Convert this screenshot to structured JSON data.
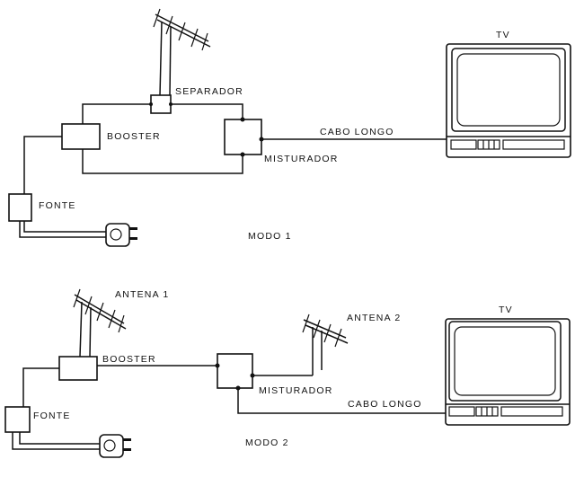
{
  "modo1": {
    "separador": "SEPARADOR",
    "booster": "BOOSTER",
    "misturador": "MISTURADOR",
    "fonte": "FONTE",
    "cabo": "CABO LONGO",
    "tv": "TV",
    "caption": "MODO 1"
  },
  "modo2": {
    "antena1": "ANTENA 1",
    "antena2": "ANTENA 2",
    "booster": "BOOSTER",
    "misturador": "MISTURADOR",
    "fonte": "FONTE",
    "cabo": "CABO LONGO",
    "tv": "TV",
    "caption": "MODO 2"
  }
}
